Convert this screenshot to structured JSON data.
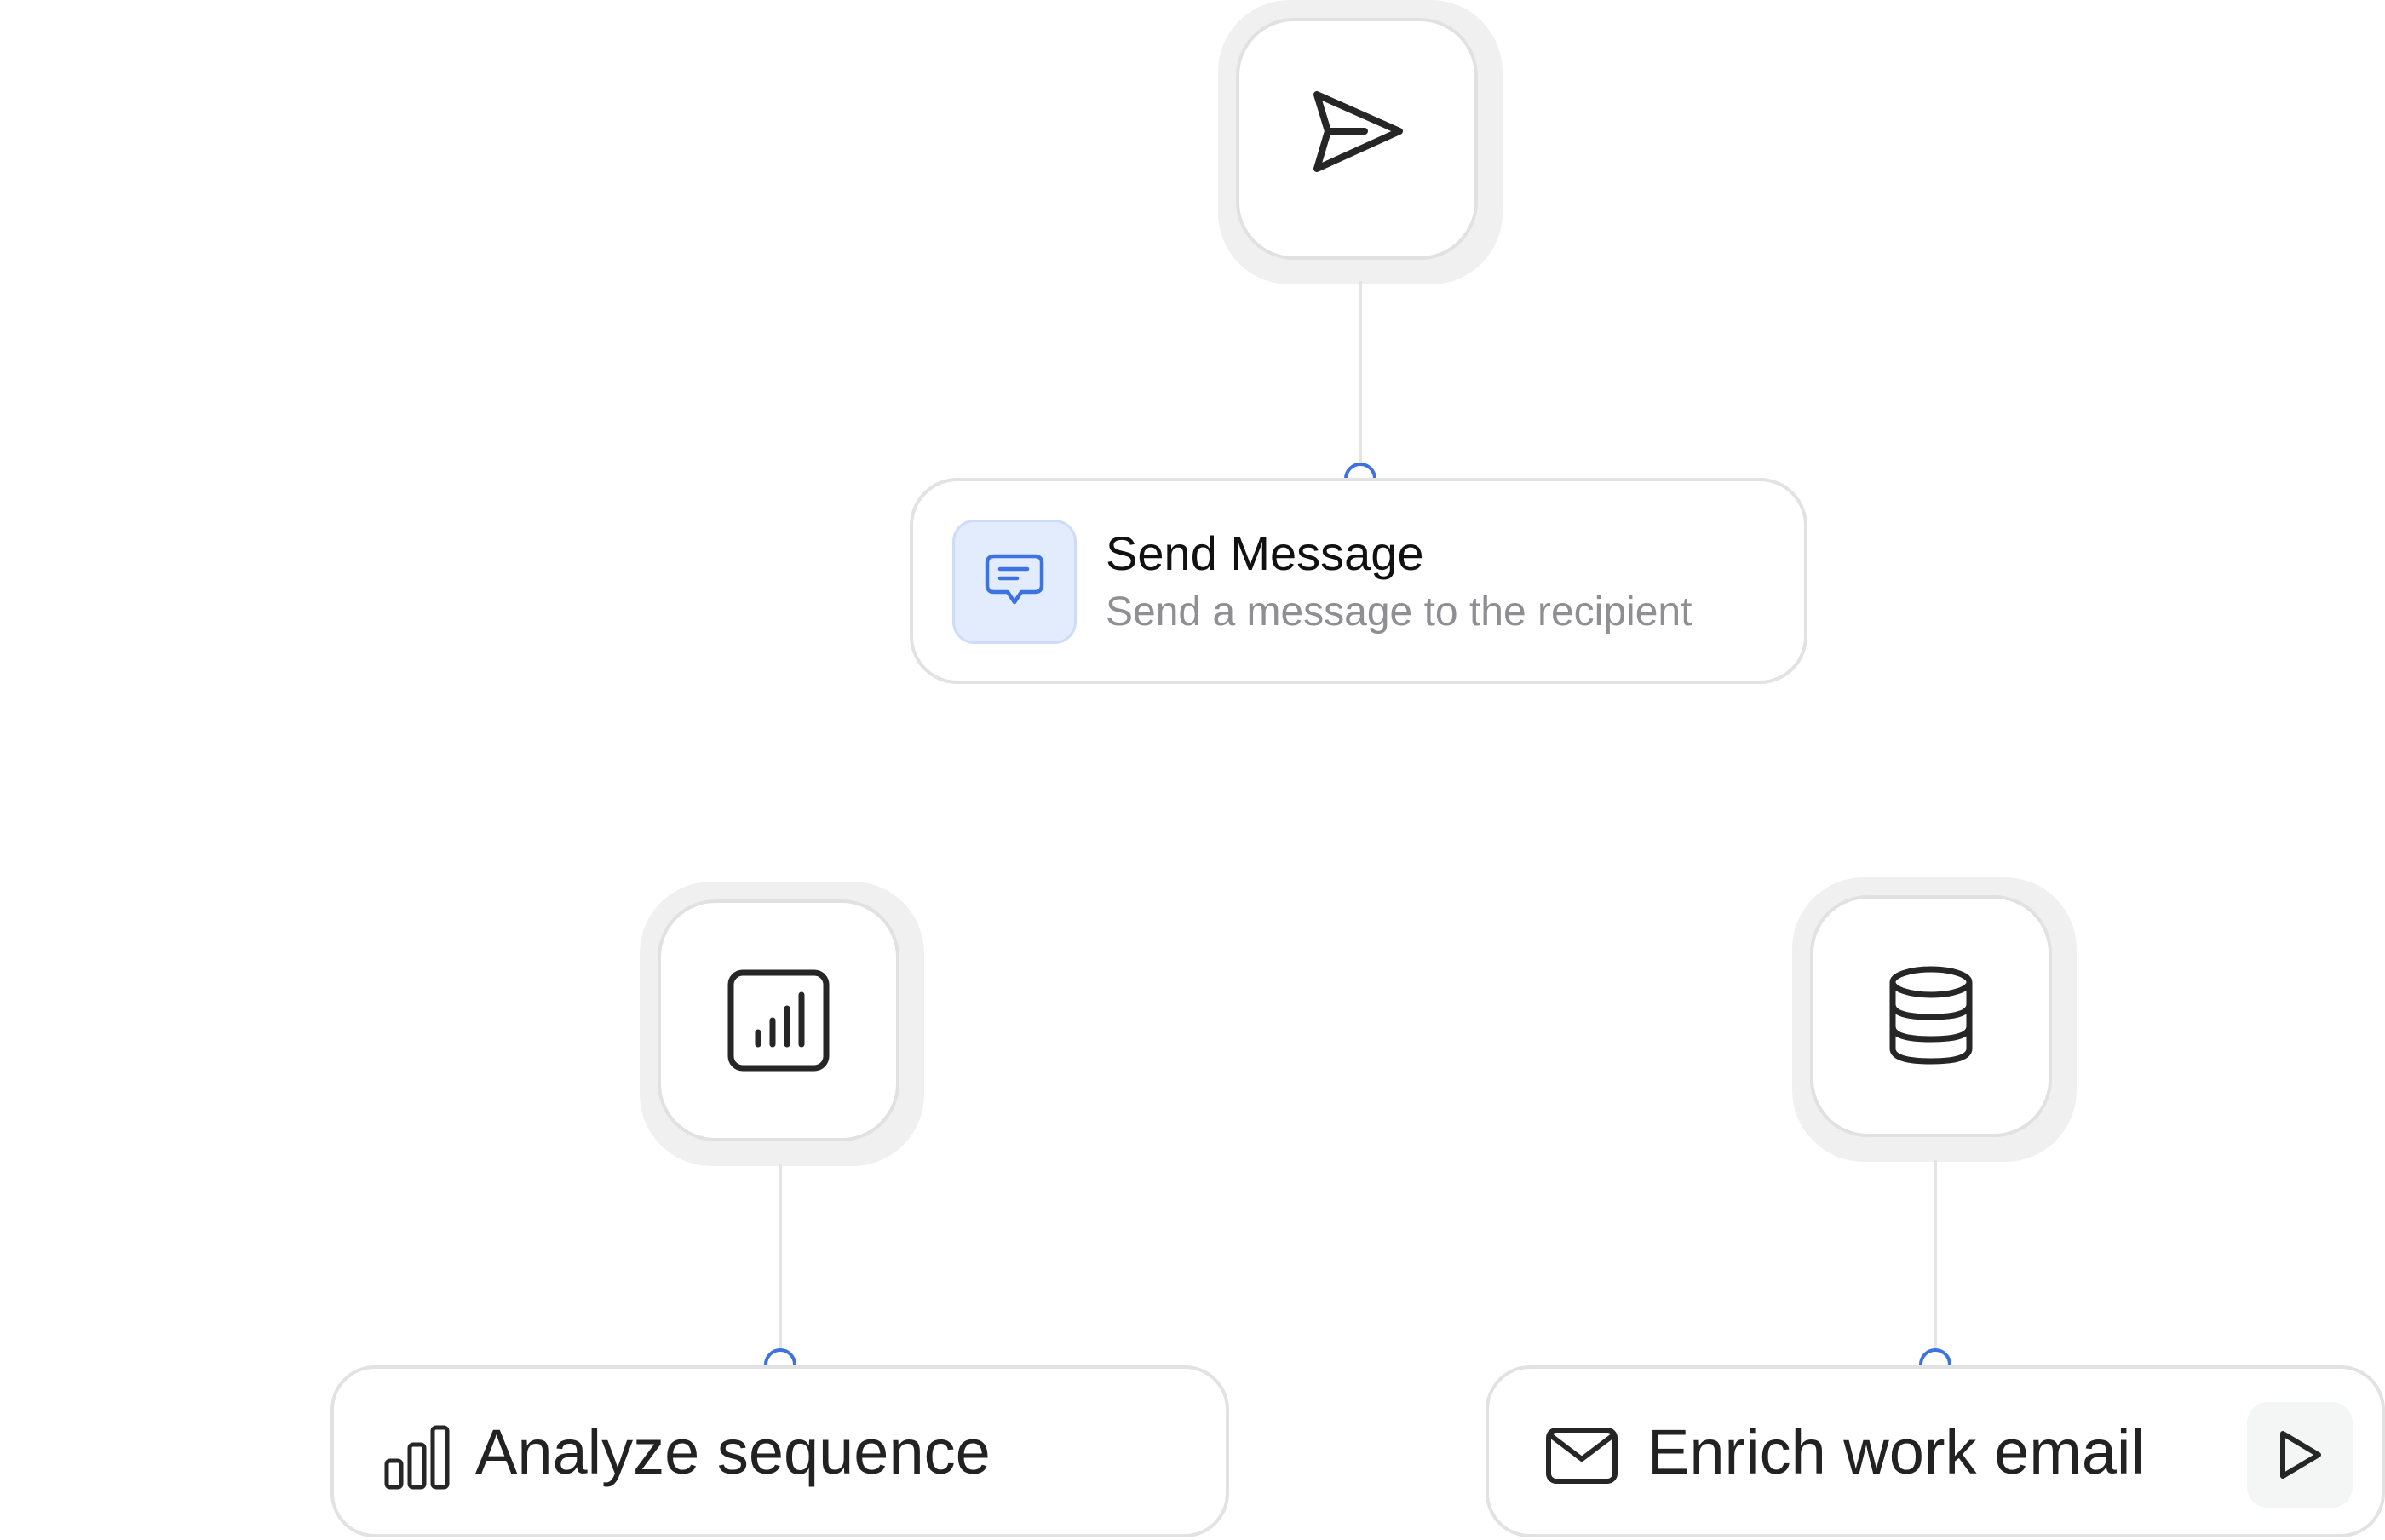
{
  "flow": {
    "send_node": {
      "title": "Send Message",
      "subtitle": "Send a message to the recipient",
      "icon": "chat-bubble-icon"
    },
    "analyze_node": {
      "label": "Analyze sequence",
      "icon": "bar-chart-icon",
      "trigger_icon": "analytics-icon"
    },
    "enrich_node": {
      "label": "Enrich work email",
      "icon": "mail-icon",
      "trigger_icon": "database-icon",
      "action_icon": "play-icon"
    },
    "top_trigger_icon": "send-icon"
  },
  "colors": {
    "port_blue": "#3d72e0",
    "badge_bg": "#e3ecfc",
    "line_gray": "#e4e4e4",
    "tile_halo": "#f0f0f0"
  }
}
